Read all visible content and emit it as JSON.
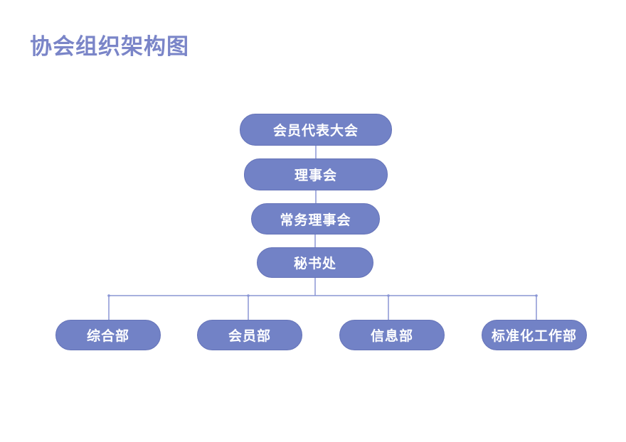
{
  "title": "协会组织架构图",
  "colors": {
    "node_fill": "#7282c6",
    "connector": "#8a96d4",
    "title": "#7a85c8"
  },
  "nodes": {
    "congress": "会员代表大会",
    "council": "理事会",
    "standing_council": "常务理事会",
    "secretariat": "秘书处",
    "departments": [
      "综合部",
      "会员部",
      "信息部",
      "标准化工作部"
    ]
  }
}
